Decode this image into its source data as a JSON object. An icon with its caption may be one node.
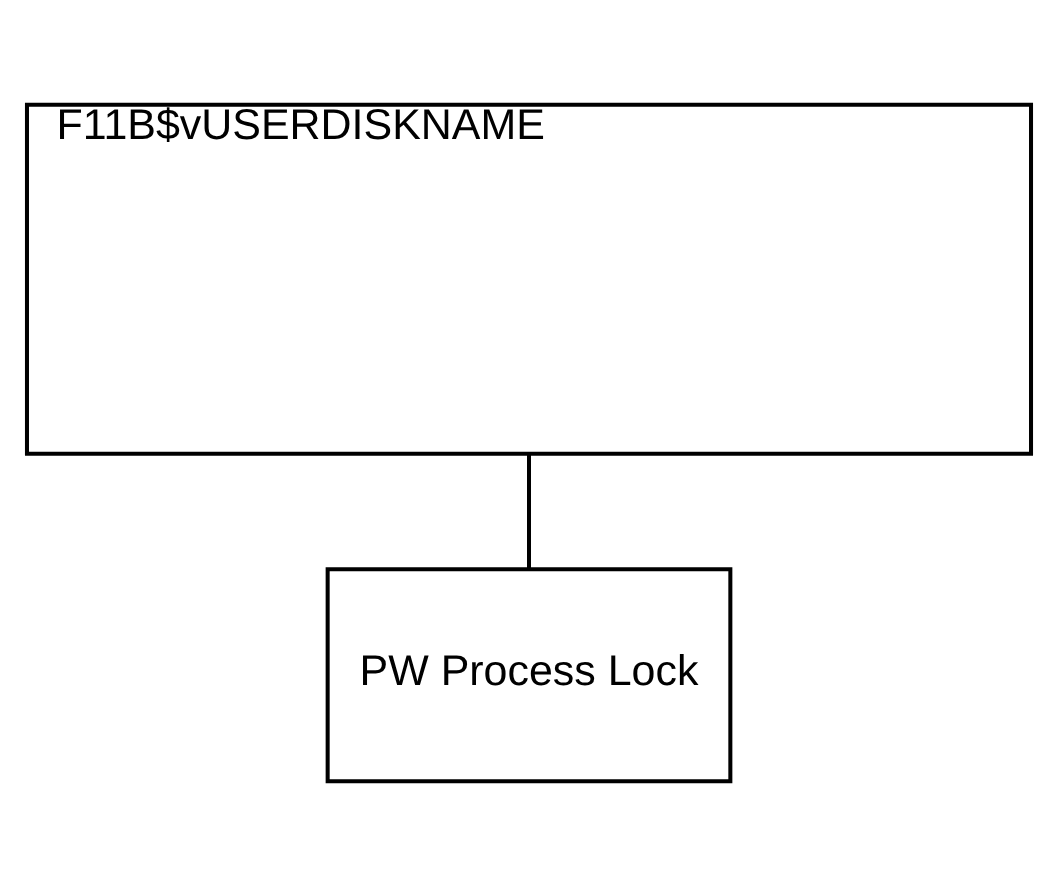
{
  "diagram": {
    "nodes": [
      {
        "text": [
          "F11B$vUSERDISKNAME"
        ]
      },
      {
        "text": [
          "PW Process Lock"
        ]
      }
    ],
    "edges": [
      {
        "from": 0,
        "to": 1,
        "arrow": "none"
      }
    ]
  }
}
